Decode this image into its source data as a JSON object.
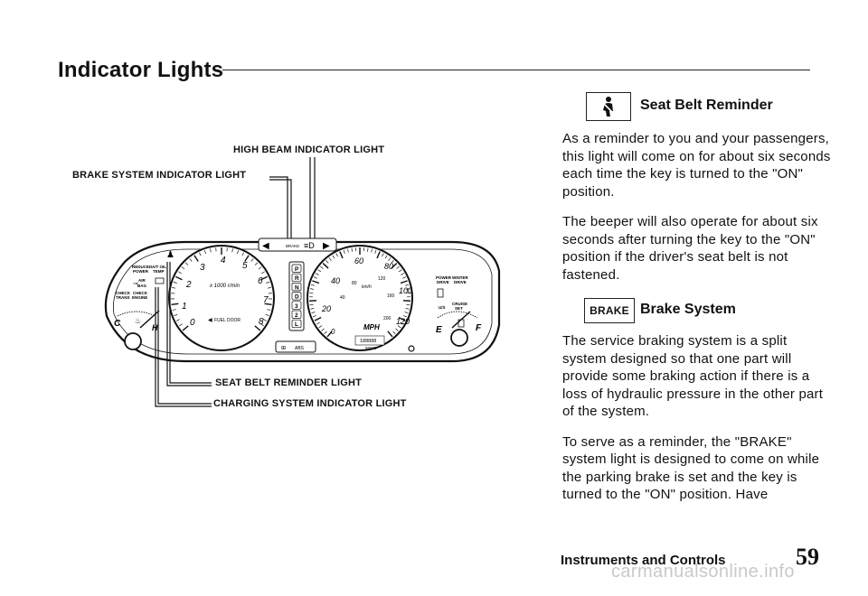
{
  "page": {
    "title": "Indicator Lights",
    "footer_section": "Instruments and Controls",
    "page_number": "59",
    "watermark": "carmanualsonline.info"
  },
  "diagram": {
    "callouts": {
      "high_beam": "HIGH BEAM INDICATOR LIGHT",
      "brake_system": "BRAKE SYSTEM INDICATOR LIGHT",
      "seat_belt": "SEAT BELT REMINDER LIGHT",
      "charging": "CHARGING SYSTEM INDICATOR LIGHT"
    },
    "tachometer": {
      "ticks": [
        "0",
        "1",
        "2",
        "3",
        "4",
        "5",
        "6",
        "7",
        "8"
      ],
      "unit": "x 1000 r/min",
      "fuel_door": "FUEL DOOR"
    },
    "speedometer": {
      "mph_ticks": [
        "0",
        "20",
        "40",
        "60",
        "80",
        "100",
        "120"
      ],
      "kmh_ticks": [
        "40",
        "80",
        "120",
        "160",
        "200"
      ],
      "kmh_unit": "km/h",
      "mph_unit": "MPH",
      "odometer": "188888",
      "trip": "88888"
    },
    "brake_strip_label": "BRAKE",
    "abs_label": "ABS",
    "gear_letters": [
      "P",
      "R",
      "N",
      "D",
      "3",
      "2",
      "L"
    ],
    "left_warnings": {
      "reduced_power": [
        "REDUCED",
        "POWER"
      ],
      "at_oil_temp": [
        "A/T OIL",
        "TEMP"
      ],
      "air_bag": [
        "AIR",
        "BAG"
      ],
      "check_trans": [
        "CHECK",
        "TRANS"
      ],
      "check_engine": [
        "CHECK",
        "ENGINE"
      ]
    },
    "right_indicators": {
      "power_drive": [
        "POWER",
        "DRIVE"
      ],
      "winter_drive": [
        "WINTER",
        "DRIVE"
      ],
      "cruise_set": [
        "CRUISE",
        "SET"
      ],
      "us_label": "U/S"
    },
    "temp_gauge": {
      "cold": "C",
      "hot": "H"
    },
    "fuel_gauge": {
      "empty": "E",
      "full": "F"
    }
  },
  "sections": {
    "seat_belt": {
      "title": "Seat Belt Reminder",
      "icon": "seat-belt-icon",
      "paragraphs": [
        "As a reminder to you and your passengers, this light will come on for about six seconds each time the key is turned to the \"ON\" position.",
        "The beeper will also operate for about six seconds after turning the key to the \"ON\" position if the driver's seat belt is not fastened."
      ]
    },
    "brake": {
      "title": "Brake System",
      "symbol": "BRAKE",
      "paragraphs": [
        "The service braking system is a split system designed so that one part will provide some braking action if there is a loss of hydraulic pressure in the other part of the system.",
        "To serve as a reminder, the \"BRAKE\" system light is designed to come on while the parking brake is set and the key is turned to the \"ON\" position. Have"
      ]
    }
  }
}
